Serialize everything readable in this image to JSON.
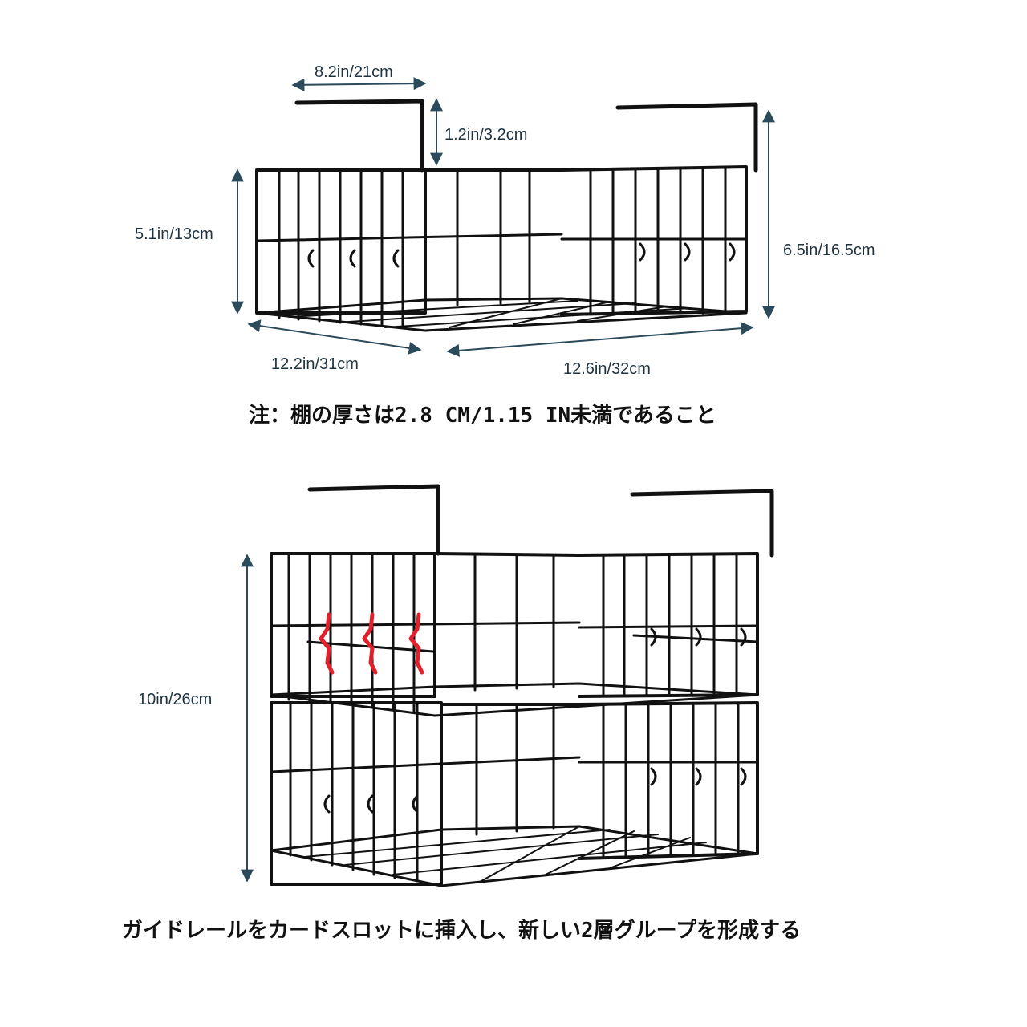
{
  "top_figure": {
    "dim_hook_width": "8.2in/21cm",
    "dim_hook_drop": "1.2in/3.2cm",
    "dim_basket_height": "5.1in/13cm",
    "dim_total_height": "6.5in/16.5cm",
    "dim_depth": "12.2in/31cm",
    "dim_width": "12.6in/32cm",
    "note": "注：棚の厚さは2.8 CM/1.15 IN未満であること"
  },
  "bottom_figure": {
    "dim_stack_height": "10in/26cm",
    "caption": "ガイドレールをカードスロットに挿入し、新しい2層グループを形成する"
  },
  "colors": {
    "wire": "#111111",
    "dimension": "#2b4a5a",
    "highlight": "#e0202a"
  }
}
